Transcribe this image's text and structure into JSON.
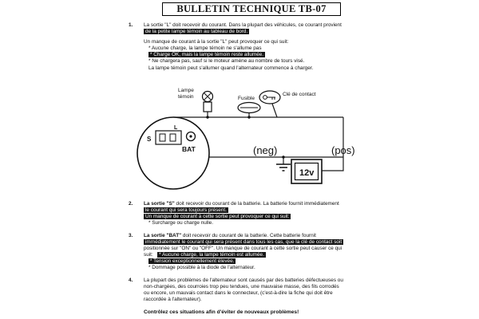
{
  "title": "BULLETIN TECHNIQUE TB-07",
  "item1": {
    "num": "1.",
    "l1": "La sortie \"L\" doit recevoir du courant. Dans la plupart des véhicules, ce courant provient",
    "l2": "de la petite lampe témoin au tableau de bord.",
    "l3": "Un manque de courant à la sortie \"L\" peut provoquer ce qui suit:",
    "l4": "*  Aucune charge, la lampe témoin ne s'allume pas",
    "l5": "*  Charge OK, mais la lampe témoin reste allumée.",
    "l6": "*  Ne chargera pas, sauf si le moteur amène au nombre de tours visé.",
    "l7": "La lampe témoin peut s'allumer quand l'alternateur commence à charger."
  },
  "diagram": {
    "lamp_label_1": "Lampe",
    "lamp_label_2": "témoin",
    "fuse_label": "Fusible",
    "key_label": "Clé de contact",
    "terminal_s": "S",
    "terminal_l": "L",
    "terminal_bat": "BAT",
    "neg": "(neg)",
    "pos": "(pos)",
    "battery": "12v"
  },
  "item2": {
    "num": "2.",
    "l1_lead": "La sortie \"S\"",
    "l1_rest": " doit recevoir du courant de la batterie. La batterie fournit immédiatement",
    "l2": "le courant qui sera toujours présent.",
    "l3": "Un manque de courant à cette sortie peut provoquer ce qui suit:",
    "l4": "*  Surcharge ou charge nulle."
  },
  "item3": {
    "num": "3.",
    "l1_lead": "La sortie \"BAT\"",
    "l1_rest": " doit recevoir du courant de la batterie. Cette batterie fournit",
    "l2": "immédiatement le courant qui sera présent dans tous les cas, que la clé de contact soit",
    "l3": "positionnée sur \"ON\" ou \"OFF\". Un manque de courant à cette sortie peut causer ce qui",
    "l4_pre": "suit:",
    "l4_hl": "*  Aucune charge, la lampe témoin est allumée.",
    "l5": "*  Tension exceptionnellement élevée.",
    "l6": "*  Dommage possible à la diode de l'alternateur."
  },
  "item4": {
    "num": "4.",
    "l1": "La plupart des problèmes de l'alternateur sont causés par des batteries défectueuses ou",
    "l2": "non-chargées, des courroies trop peu tendues, une mauvaise masse, des fils corrodés",
    "l3": "ou encore, un mauvais contact dans le connecteur, (c'est-à-dire la fiche qui doit être",
    "l4": "raccordée à l'alternateur)."
  },
  "footer": "Contrôlez ces situations afin d'éviter de nouveaux problèmes!"
}
